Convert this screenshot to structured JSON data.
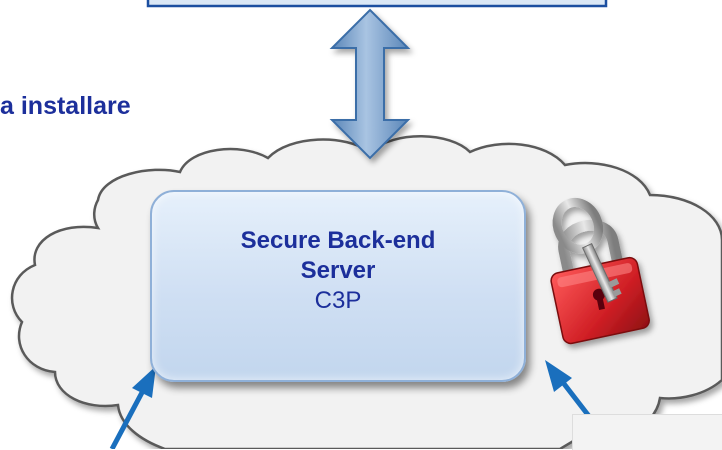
{
  "caption": {
    "text": "a installare"
  },
  "server": {
    "title": "Secure Back-end Server",
    "subtitle": "C3P"
  },
  "icons": {
    "lock": "padlock-with-key-icon"
  },
  "colors": {
    "text": "#1c2f9b",
    "arrow": "#1a6fbd",
    "cloud_fill": "#f2f2f2",
    "cloud_stroke": "#5a5a5a",
    "lock_body": "#d01f25",
    "box_border": "#8fb0d8"
  }
}
